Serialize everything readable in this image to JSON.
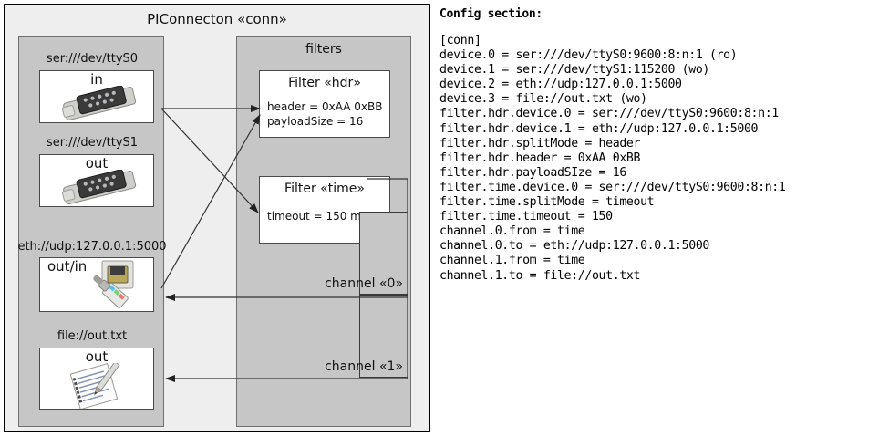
{
  "diagram": {
    "title": "PIConnecton «conn»",
    "devices_panel": {
      "name": "devices",
      "items": [
        {
          "label": "ser:///dev/ttyS0",
          "direction": "in",
          "icon": "serial-port-icon"
        },
        {
          "label": "ser:///dev/ttyS1",
          "direction": "out",
          "icon": "serial-port-icon"
        },
        {
          "label": "eth://udp:127.0.0.1:5000",
          "direction": "out/in",
          "icon": "ethernet-jack-icon"
        },
        {
          "label": "file://out.txt",
          "direction": "out",
          "icon": "text-document-icon"
        }
      ]
    },
    "filters_panel": {
      "title": "filters",
      "filters": [
        {
          "title": "Filter «hdr»",
          "props": [
            "header = 0xAA 0xBB",
            "payloadSize = 16"
          ]
        },
        {
          "title": "Filter «time»",
          "props": [
            "timeout = 150 ms"
          ]
        }
      ],
      "channels": [
        {
          "label": "channel «0»"
        },
        {
          "label": "channel «1»"
        }
      ]
    }
  },
  "config": {
    "heading": "Config section:",
    "lines": [
      "[conn]",
      "device.0 = ser:///dev/ttyS0:9600:8:n:1 (ro)",
      "device.1 = ser:///dev/ttyS1:115200 (wo)",
      "device.2 = eth://udp:127.0.0.1:5000",
      "device.3 = file://out.txt (wo)",
      "filter.hdr.device.0 = ser:///dev/ttyS0:9600:8:n:1",
      "filter.hdr.device.1 = eth://udp:127.0.0.1:5000",
      "filter.hdr.splitMode = header",
      "filter.hdr.header = 0xAA 0xBB",
      "filter.hdr.payloadSIze = 16",
      "filter.time.device.0 = ser:///dev/ttyS0:9600:8:n:1",
      "filter.time.splitMode = timeout",
      "filter.time.timeout = 150",
      "channel.0.from = time",
      "channel.0.to = eth://udp:127.0.0.1:5000",
      "channel.1.from = time",
      "channel.1.to = file://out.txt"
    ]
  },
  "colors": {
    "frame_bg": "#eeeeee",
    "panel_bg": "#c6c6c6",
    "box_bg": "#ffffff",
    "line": "#333333",
    "text": "#111111"
  }
}
